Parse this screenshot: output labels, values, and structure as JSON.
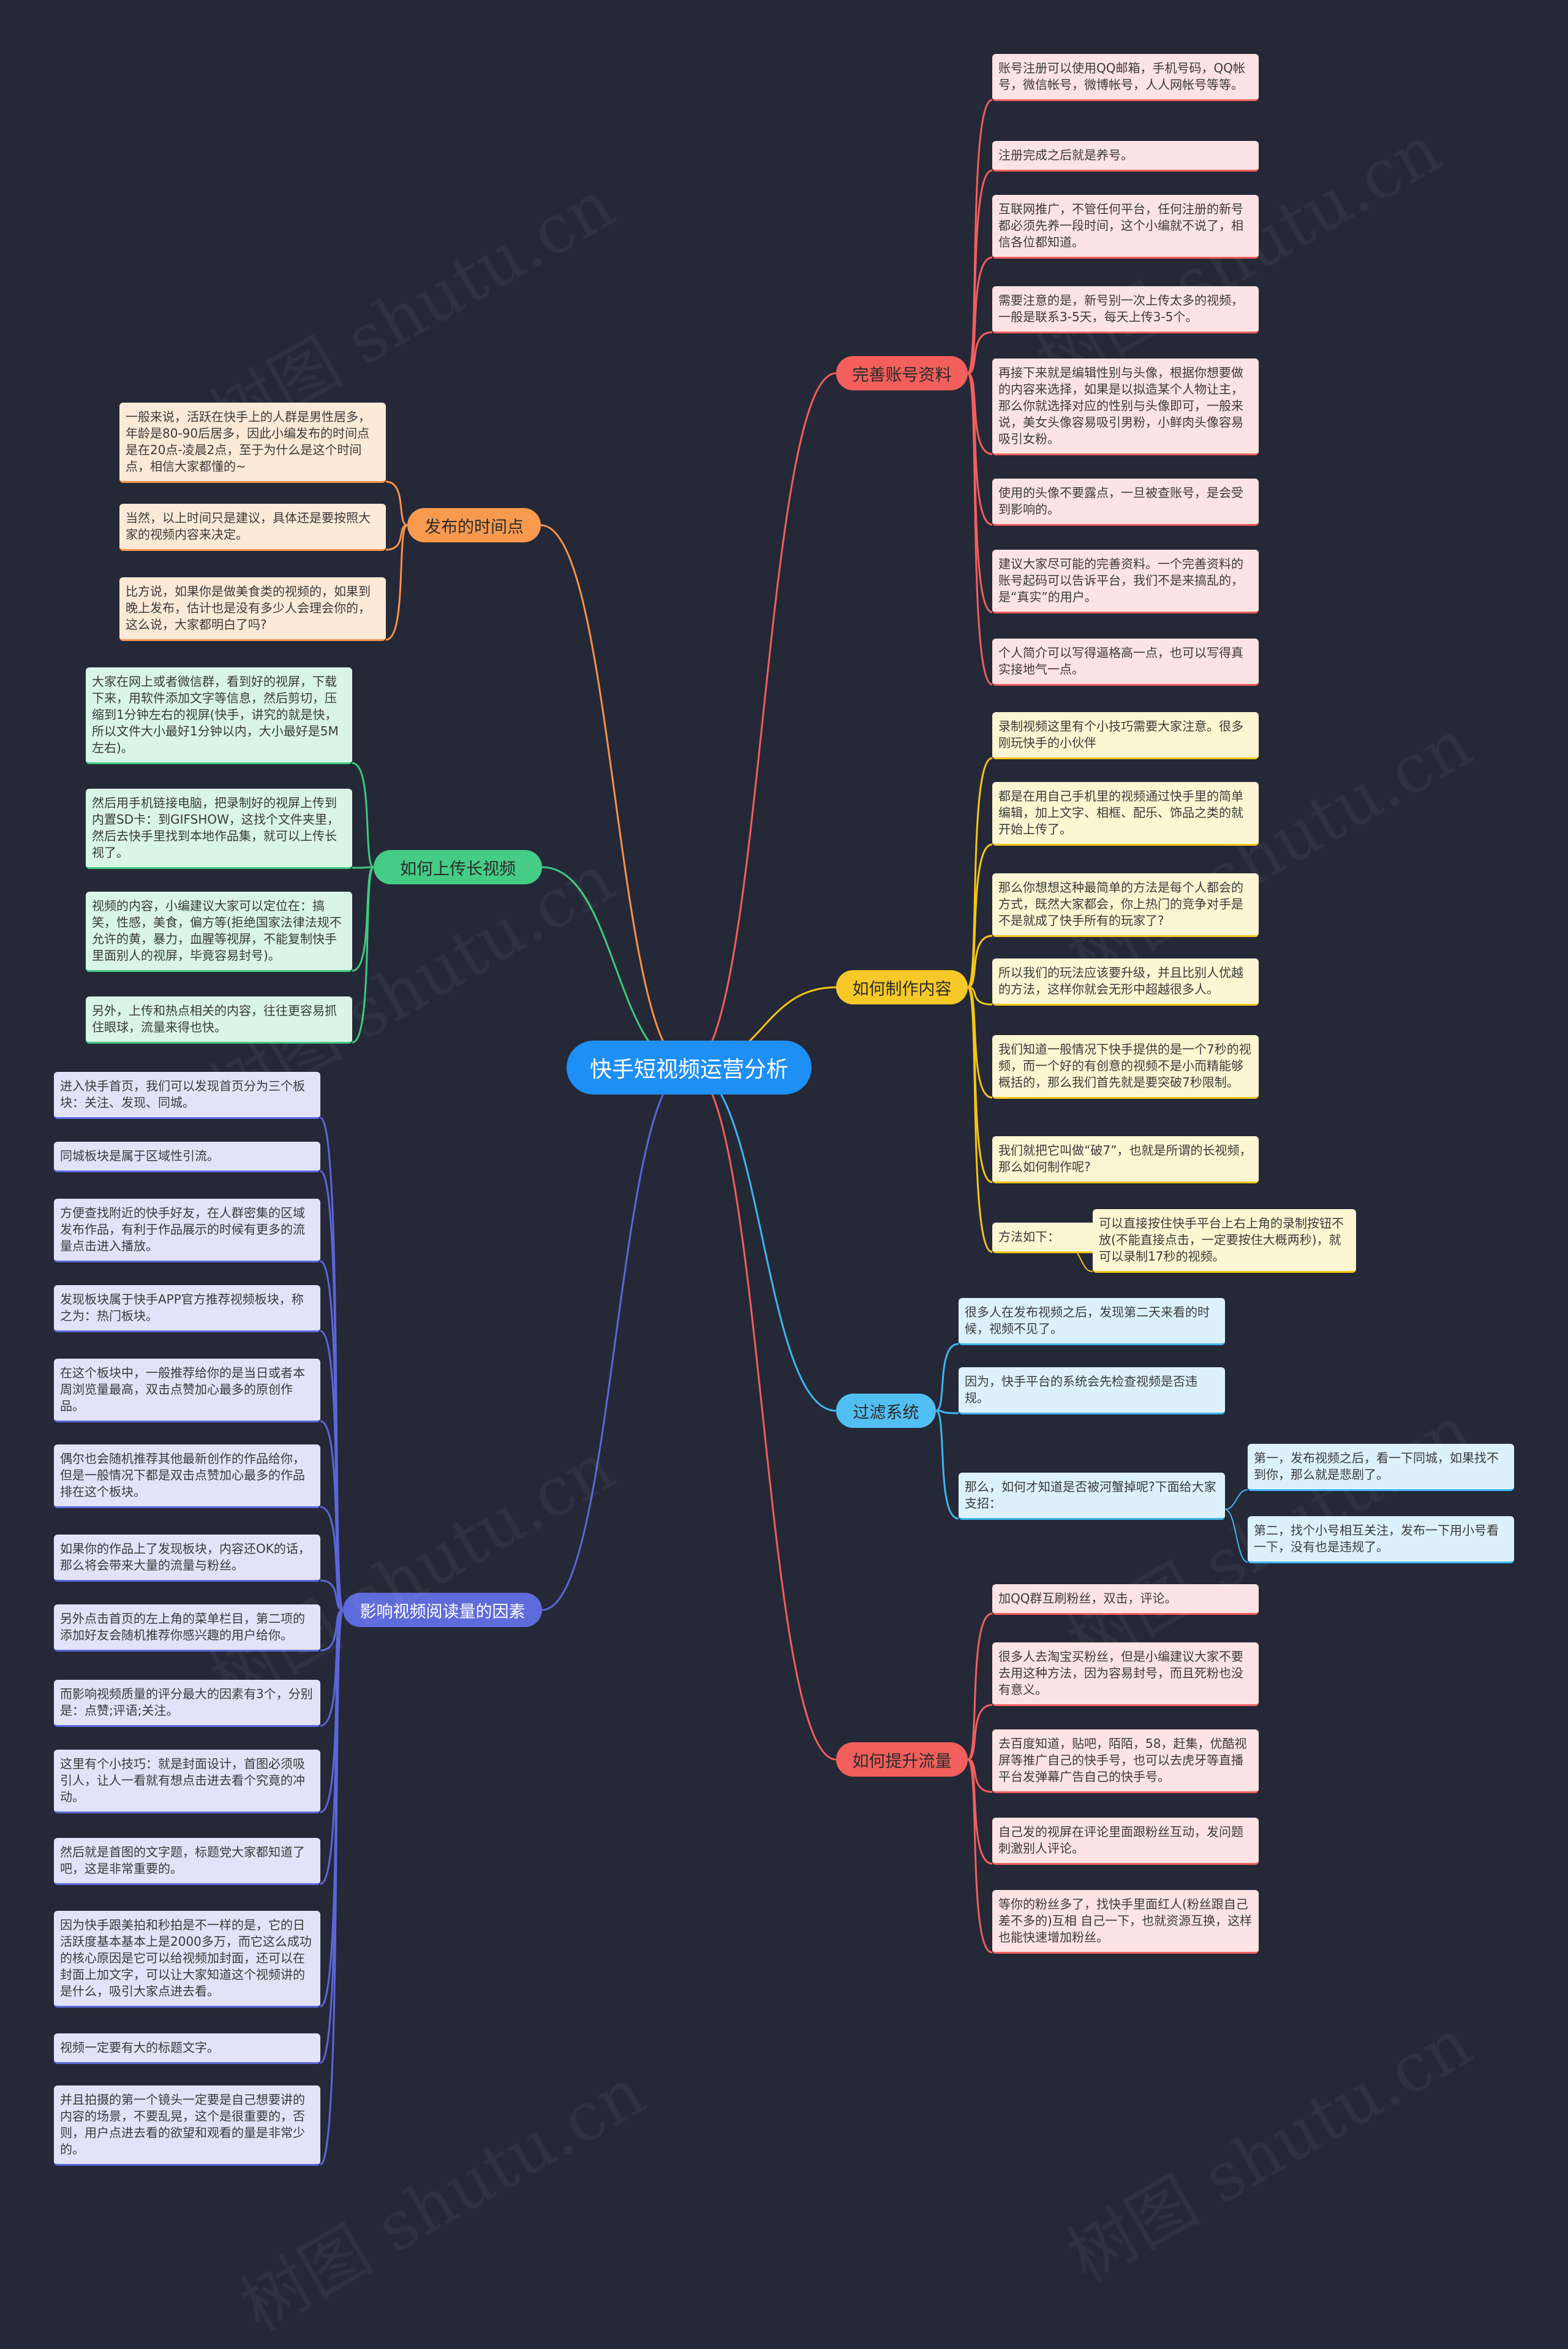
{
  "root": "快手短视频运营分析",
  "watermark": "树图 shutu.cn",
  "branches": [
    {
      "id": "account",
      "label": "完善账号资料",
      "color": "#f25f5c",
      "fill": "#f25f5c",
      "leaf_bg": "#fde3e3",
      "leaves": [
        "账号注册可以使用QQ邮箱，手机号码，QQ帐号，微信帐号，微博帐号，人人网帐号等等。",
        "注册完成之后就是养号。",
        "互联网推广，不管任何平台，任何注册的新号都必须先养一段时间，这个小编就不说了，相信各位都知道。",
        "需要注意的是，新号别一次上传太多的视频，一般是联系3-5天，每天上传3-5个。",
        "再接下来就是编辑性别与头像，根据你想要做的内容来选择，如果是以拟造某个人物让主，那么你就选择对应的性别与头像即可，一般来说，美女头像容易吸引男粉，小鲜肉头像容易吸引女粉。",
        "使用的头像不要露点，一旦被查账号，是会受到影响的。",
        "建议大家尽可能的完善资料。一个完善资料的账号起码可以告诉平台，我们不是来搞乱的，是“真实”的用户。",
        "个人简介可以写得逼格高一点，也可以写得真实接地气一点。"
      ]
    },
    {
      "id": "content",
      "label": "如何制作内容",
      "color": "#f5c518",
      "fill": "#f6c928",
      "leaf_bg": "#fdf6d2",
      "leaves": [
        "录制视频这里有个小技巧需要大家注意。很多刚玩快手的小伙伴",
        "都是在用自己手机里的视频通过快手里的简单编辑，加上文字、相框、配乐、饰品之类的就开始上传了。",
        "那么你想想这种最简单的方法是每个人都会的方式，既然大家都会，你上热门的竞争对手是不是就成了快手所有的玩家了?",
        "所以我们的玩法应该要升级，并且比别人优越的方法，这样你就会无形中超越很多人。",
        "我们知道一般情况下快手提供的是一个7秒的视频，而一个好的有创意的视频不是小而精能够概括的，那么我们首先就是要突破7秒限制。",
        "我们就把它叫做“破7”，也就是所谓的长视频，那么如何制作呢?",
        "方法如下："
      ],
      "sub": "可以直接按住快手平台上右上角的录制按钮不放(不能直接点击，一定要按住大概两秒)，就可以录制17秒的视频。"
    },
    {
      "id": "filter",
      "label": "过滤系统",
      "color": "#3fb5ef",
      "fill": "#52bff2",
      "leaf_bg": "#dcf1fb",
      "leaves": [
        "很多人在发布视频之后，发现第二天来看的时候，视频不见了。",
        "因为，快手平台的系统会先检查视频是否违规。",
        "那么，如何才知道是否被河蟹掉呢?下面给大家支招："
      ],
      "subs": [
        "第一，发布视频之后，看一下同城，如果找不到你，那么就是悲剧了。",
        "第二，找个小号相互关注，发布一下用小号看一下，没有也是违规了。"
      ]
    },
    {
      "id": "traffic",
      "label": "如何提升流量",
      "color": "#f25f5c",
      "fill": "#f25f5c",
      "leaf_bg": "#fde3e3",
      "leaves": [
        "加QQ群互刷粉丝，双击，评论。",
        "很多人去淘宝买粉丝，但是小编建议大家不要去用这种方法，因为容易封号，而且死粉也没有意义。",
        "去百度知道，贴吧，陌陌，58，赶集，优酷视屏等推广自己的快手号，也可以去虎牙等直播平台发弹幕广告自己的快手号。",
        "自己发的视屏在评论里面跟粉丝互动，发问题刺激别人评论。",
        "等你的粉丝多了，找快手里面红人(粉丝跟自己差不多的)互相 自己一下，也就资源互换，这样也能快速增加粉丝。"
      ]
    },
    {
      "id": "time",
      "label": "发布的时间点",
      "color": "#f7924a",
      "fill": "#f89a4e",
      "leaf_bg": "#fde9d8",
      "leaves": [
        "一般来说，活跃在快手上的人群是男性居多，年龄是80-90后居多，因此小编发布的时间点是在20点-凌晨2点，至于为什么是这个时间点，相信大家都懂的~",
        "当然，以上时间只是建议，具体还是要按照大家的视频内容来决定。",
        "比方说，如果你是做美食类的视频的，如果到晚上发布，估计也是没有多少人会理会你的，这么说，大家都明白了吗?"
      ]
    },
    {
      "id": "upload",
      "label": "如何上传长视频",
      "color": "#3ec981",
      "fill": "#45cc86",
      "leaf_bg": "#d9f5e6",
      "leaves": [
        "大家在网上或者微信群，看到好的视屏，下载下来，用软件添加文字等信息，然后剪切，压缩到1分钟左右的视屏(快手，讲究的就是快，所以文件大小最好1分钟以内，大小最好是5M左右)。",
        "然后用手机链接电脑，把录制好的视屏上传到内置SD卡：到GIFSHOW，这找个文件夹里，然后去快手里找到本地作品集，就可以上传长视了。",
        "视频的内容，小编建议大家可以定位在：搞笑，性感，美食，偏方等(拒绝国家法律法规不允许的黄，暴力，血腥等视屏，不能复制快手里面别人的视屏，毕竟容易封号)。",
        "另外，上传和热点相关的内容，往往更容易抓住眼球，流量来得也快。"
      ]
    },
    {
      "id": "factors",
      "label": "影响视频阅读量的因素",
      "color": "#5a67d8",
      "fill": "#5d6bdb",
      "leaf_bg": "#e1e3f8",
      "leaves": [
        "进入快手首页，我们可以发现首页分为三个板块：关注、发现、同城。",
        "同城板块是属于区域性引流。",
        "方便查找附近的快手好友，在人群密集的区域发布作品，有利于作品展示的时候有更多的流量点击进入播放。",
        "发现板块属于快手APP官方推荐视频板块，称之为：热门板块。",
        "在这个板块中，一般推荐给你的是当日或者本周浏览量最高，双击点赞加心最多的原创作品。",
        "偶尔也会随机推荐其他最新创作的作品给你，但是一般情况下都是双击点赞加心最多的作品排在这个板块。",
        "如果你的作品上了发现板块，内容还OK的话，那么将会带来大量的流量与粉丝。",
        "另外点击首页的左上角的菜单栏目，第二项的添加好友会随机推荐你感兴趣的用户给你。",
        "而影响视频质量的评分最大的因素有3个，分别是：点赞;评语;关注。",
        "这里有个小技巧：就是封面设计，首图必须吸引人，让人一看就有想点击进去看个究竟的冲动。",
        "然后就是首图的文字题，标题党大家都知道了吧，这是非常重要的。",
        "因为快手跟美拍和秒拍是不一样的是，它的日活跃度基本基本上是2000多万，而它这么成功的核心原因是它可以给视频加封面，还可以在封面上加文字，可以让大家知道这个视频讲的是什么，吸引大家点进去看。",
        "视频一定要有大的标题文字。",
        "并且拍摄的第一个镜头一定要是自己想要讲的内容的场景，不要乱晃，这个是很重要的，否则，用户点进去看的欲望和观看的量是非常少的。"
      ]
    }
  ]
}
